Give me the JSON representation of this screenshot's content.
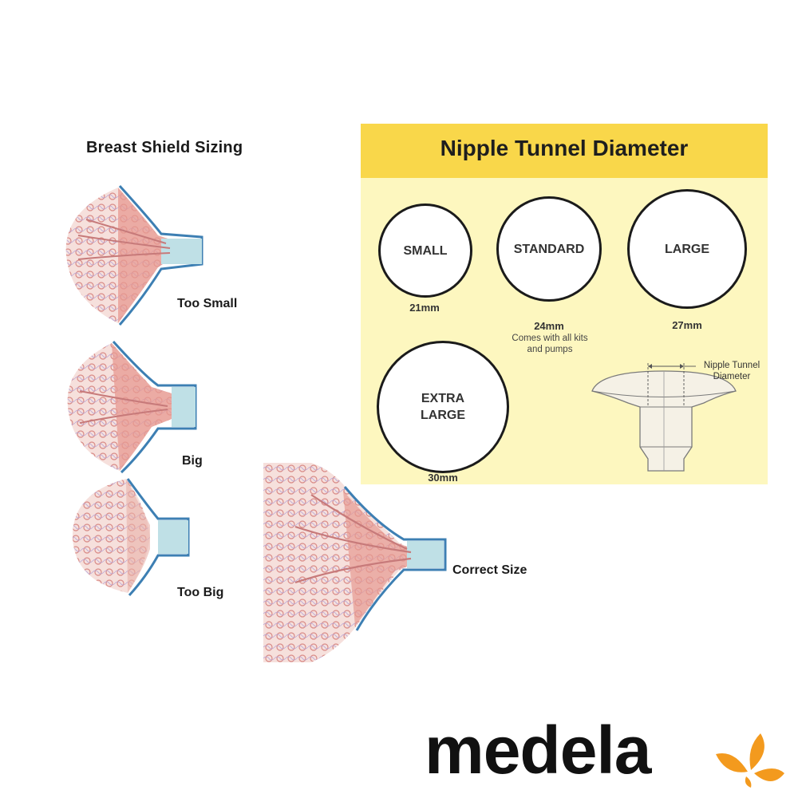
{
  "left": {
    "title": "Breast Shield Sizing",
    "labels": {
      "too_small": "Too Small",
      "big": "Big",
      "too_big": "Too Big",
      "correct": "Correct Size"
    }
  },
  "panel": {
    "title": "Nipple Tunnel Diameter",
    "sizes": [
      {
        "name": "SMALL",
        "diameter": "21mm"
      },
      {
        "name": "STANDARD",
        "diameter": "24mm",
        "note": "Comes with all kits and pumps"
      },
      {
        "name": "LARGE",
        "diameter": "27mm"
      },
      {
        "name": "EXTRA LARGE",
        "diameter": "30mm"
      }
    ],
    "diagram_caption": "Nipple Tunnel Diameter"
  },
  "logo": {
    "text": "medela",
    "color": "#f39a1e"
  },
  "colors": {
    "panel_header": "#f9d74a",
    "panel_bg": "#fdf7bf",
    "shield_blue": "#3d7fb3",
    "tissue_pink": "#e8a9a0"
  }
}
